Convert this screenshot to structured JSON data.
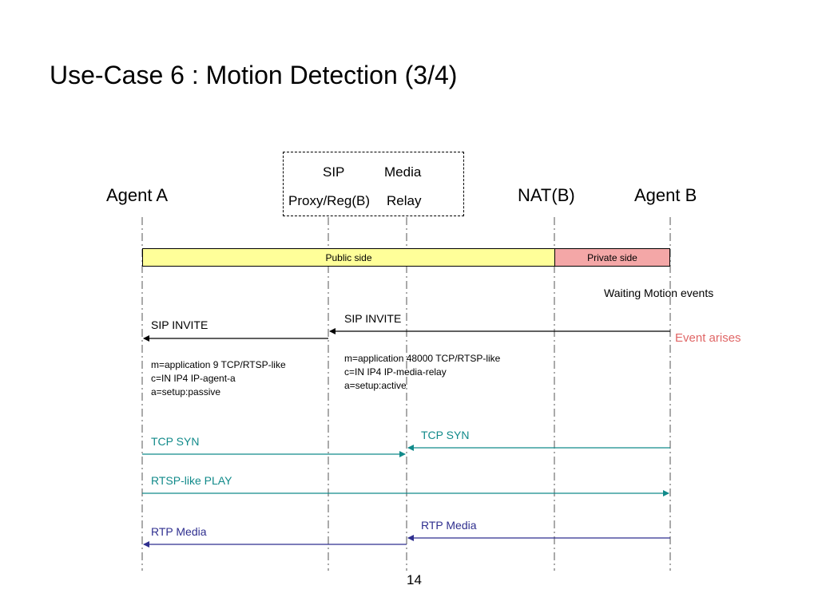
{
  "slide": {
    "title": "Use-Case 6 : Motion Detection (3/4)",
    "page_number": "14"
  },
  "entities": {
    "agent_a": "Agent A",
    "nat_b": "NAT(B)",
    "agent_b": "Agent B",
    "sip_server_line1": "SIP",
    "sip_server_line2": "Proxy/Reg(B)",
    "media_relay_line1": "Media",
    "media_relay_line2": "Relay"
  },
  "zones": {
    "public": "Public side",
    "private": "Private side"
  },
  "notes": {
    "waiting": "Waiting Motion events",
    "event": "Event arises"
  },
  "messages": {
    "sip_invite_to_proxy": "SIP INVITE",
    "sip_invite_to_agent_a": "SIP INVITE",
    "sdp_agent_a": "m=application 9 TCP/RTSP-like\nc=IN IP4 IP-agent-a\na=setup:passive",
    "sdp_relay": "m=application 48000 TCP/RTSP-like\nc=IN IP4 IP-media-relay\na=setup:active",
    "tcp_syn_agent_a": "TCP SYN",
    "tcp_syn_agent_b": "TCP SYN",
    "rtsp_play": "RTSP-like PLAY",
    "rtp_media_to_a": "RTP Media",
    "rtp_media_from_b": "RTP Media"
  },
  "colors": {
    "public_zone": "#ffff99",
    "private_zone": "#f4a7a7",
    "tcp_arrow": "#118a8a",
    "rtp_arrow": "#2f2f8f",
    "event_text": "#e06666"
  }
}
